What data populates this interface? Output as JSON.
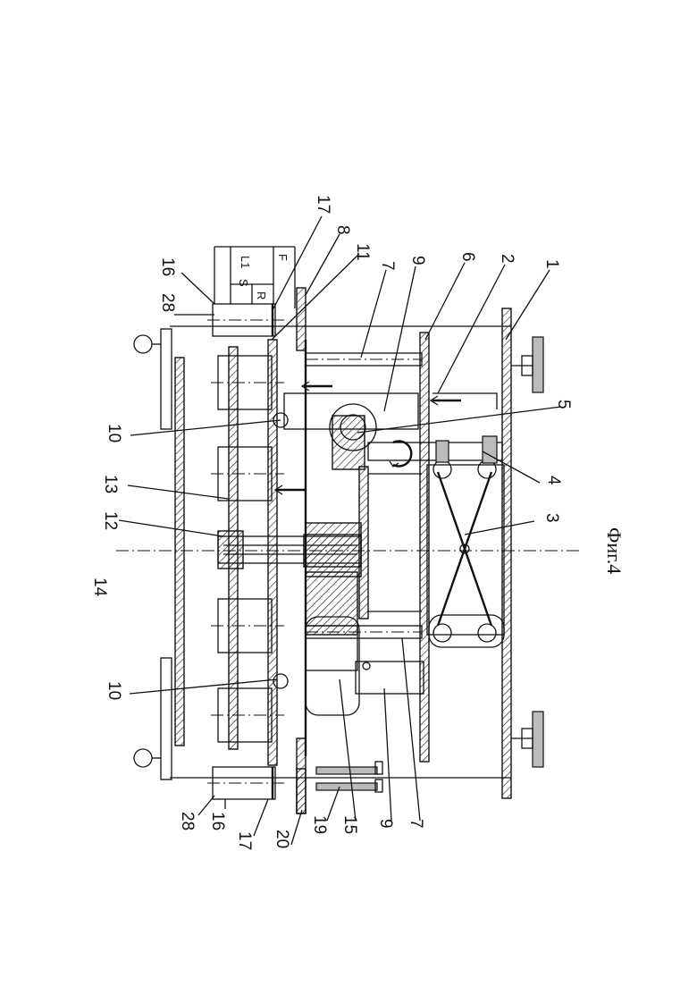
{
  "caption": "Фиг.4",
  "dimension_labels": {
    "s": "S",
    "l1": "L1",
    "f": "F",
    "r": "R"
  },
  "callouts": [
    {
      "id": "c-17-top",
      "text": "17"
    },
    {
      "id": "c-8",
      "text": "8"
    },
    {
      "id": "c-11",
      "text": "11"
    },
    {
      "id": "c-16-top",
      "text": "16"
    },
    {
      "id": "c-28-top",
      "text": "28"
    },
    {
      "id": "c-7-top",
      "text": "7"
    },
    {
      "id": "c-9-top",
      "text": "9"
    },
    {
      "id": "c-6",
      "text": "6"
    },
    {
      "id": "c-2",
      "text": "2"
    },
    {
      "id": "c-1",
      "text": "1"
    },
    {
      "id": "c-10-top",
      "text": "10"
    },
    {
      "id": "c-5",
      "text": "5"
    },
    {
      "id": "c-13",
      "text": "13"
    },
    {
      "id": "c-4",
      "text": "4"
    },
    {
      "id": "c-12",
      "text": "12"
    },
    {
      "id": "c-3",
      "text": "3"
    },
    {
      "id": "c-14",
      "text": "14"
    },
    {
      "id": "c-10-bot",
      "text": "10"
    },
    {
      "id": "c-28-bot",
      "text": "28"
    },
    {
      "id": "c-16-bot",
      "text": "16"
    },
    {
      "id": "c-17-bot",
      "text": "17"
    },
    {
      "id": "c-20",
      "text": "20"
    },
    {
      "id": "c-19",
      "text": "19"
    },
    {
      "id": "c-15",
      "text": "15"
    },
    {
      "id": "c-9-bot",
      "text": "9"
    },
    {
      "id": "c-7-bot",
      "text": "7"
    }
  ]
}
